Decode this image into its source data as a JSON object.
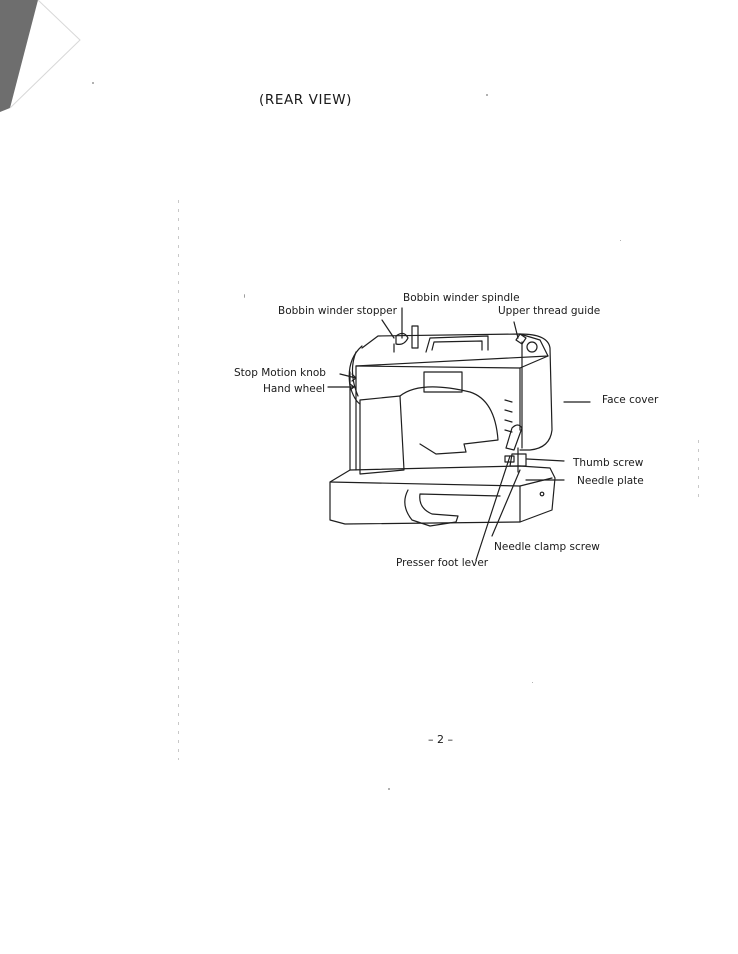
{
  "page": {
    "heading": "(REAR VIEW)",
    "page_number": "– 2 –"
  },
  "labels": {
    "bobbin_winder_spindle": "Bobbin winder spindle",
    "bobbin_winder_stopper": "Bobbin winder stopper",
    "upper_thread_guide": "Upper thread guide",
    "stop_motion_knob": "Stop Motion knob",
    "hand_wheel": "Hand wheel",
    "face_cover": "Face cover",
    "thumb_screw": "Thumb screw",
    "needle_plate": "Needle plate",
    "needle_clamp_screw": "Needle clamp screw",
    "presser_foot_lever": "Presser foot lever"
  }
}
